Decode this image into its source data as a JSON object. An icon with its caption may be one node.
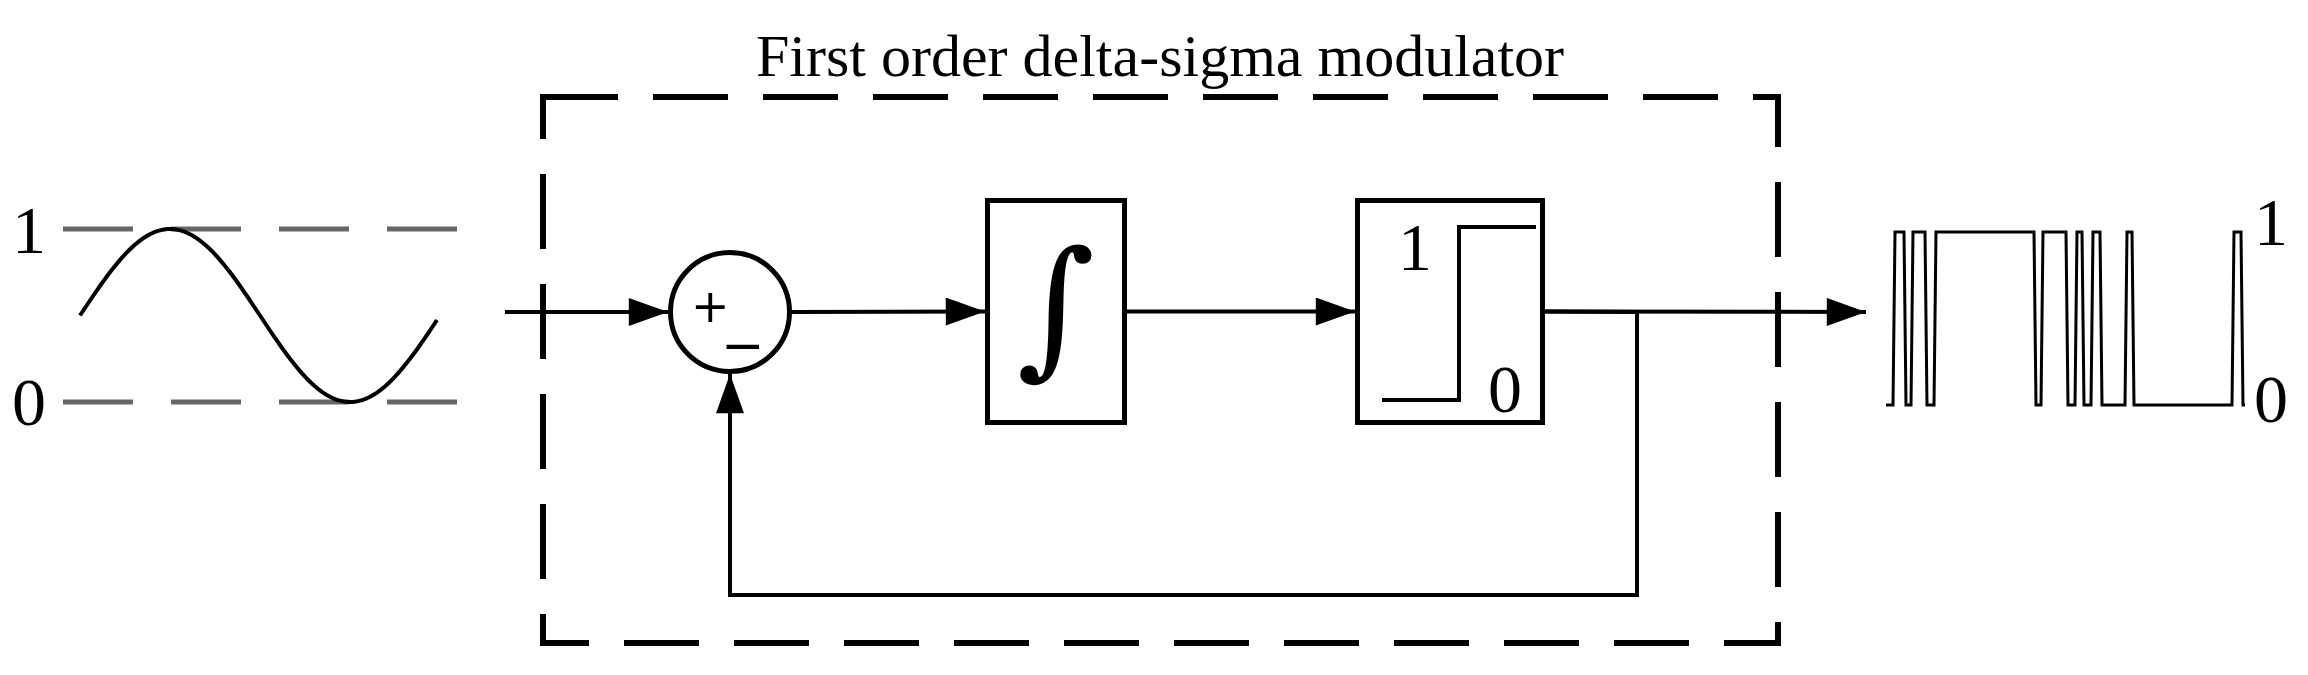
{
  "diagram": {
    "nodes": [
      {
        "text": [
          "First order delta-sigma modulator"
        ]
      },
      {
        "text": [
          "+",
          "−"
        ],
        "in": 0
      },
      {
        "text": [
          "∫"
        ],
        "in": 0
      },
      {
        "text": [
          "1",
          "0"
        ],
        "in": 0
      },
      {
        "text": [],
        "shape": "picture",
        "beside": [
          "1",
          "0"
        ]
      }
    ],
    "edges": [
      {
        "from": null,
        "to": 1,
        "arrow": "to"
      },
      {
        "from": 1,
        "to": 2,
        "arrow": "to"
      },
      {
        "from": 2,
        "to": 3,
        "arrow": "to"
      },
      {
        "from": 3,
        "to": 4,
        "arrow": "to"
      },
      {
        "from": 3,
        "to": 1,
        "arrow": "to"
      }
    ],
    "labels": [
      "1",
      "0"
    ]
  }
}
